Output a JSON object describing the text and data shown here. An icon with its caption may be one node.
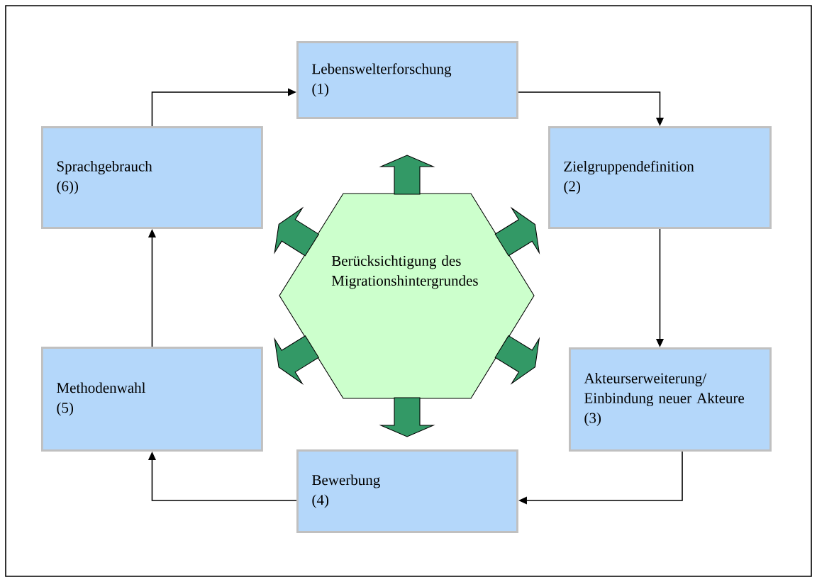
{
  "diagram": {
    "nodes": [
      {
        "text": [
          "Lebenswelterforschung",
          "(1)"
        ]
      },
      {
        "text": [
          "Zielgruppendefinition",
          "(2)"
        ]
      },
      {
        "text": [
          "Akteurserweiterung/ Einbindung neuer Akteure",
          "(3)"
        ]
      },
      {
        "text": [
          "Bewerbung",
          "(4)"
        ]
      },
      {
        "text": [
          "Methodenwahl",
          "(5)"
        ]
      },
      {
        "text": [
          "Sprachgebrauch",
          "(6))"
        ]
      },
      {
        "text": [
          "Berücksichtigung des Migrationshintergrundes"
        ]
      }
    ],
    "edges": [
      {
        "from": 5,
        "to": 0,
        "arrow": "to"
      },
      {
        "from": 0,
        "to": 1,
        "arrow": "to"
      },
      {
        "from": 1,
        "to": 2,
        "arrow": "to"
      },
      {
        "from": 2,
        "to": 3,
        "arrow": "to"
      },
      {
        "from": 3,
        "to": 4,
        "arrow": "to"
      },
      {
        "from": 4,
        "to": 5,
        "arrow": "to"
      },
      {
        "from": 6,
        "to": null,
        "arrow": "to",
        "style": "thick",
        "color": "#339966"
      },
      {
        "from": 6,
        "to": null,
        "arrow": "to",
        "style": "thick",
        "color": "#339966"
      },
      {
        "from": 6,
        "to": null,
        "arrow": "to",
        "style": "thick",
        "color": "#339966"
      },
      {
        "from": 6,
        "to": null,
        "arrow": "to",
        "style": "thick",
        "color": "#339966"
      },
      {
        "from": 6,
        "to": null,
        "arrow": "to",
        "style": "thick",
        "color": "#339966"
      },
      {
        "from": 6,
        "to": null,
        "arrow": "to",
        "style": "thick",
        "color": "#339966"
      }
    ]
  }
}
